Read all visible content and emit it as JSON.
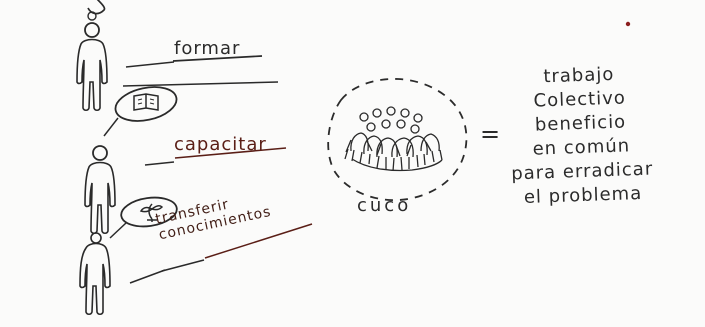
{
  "steps": [
    {
      "label": "formar",
      "icon": "person-icon"
    },
    {
      "label": "capacitar",
      "icon": "book-icon"
    },
    {
      "label": "transferir\nconocimientos",
      "icon": "plant-icon"
    }
  ],
  "center": {
    "label": "cuco",
    "icon": "group-of-people-icon"
  },
  "equation": {
    "symbol": "=",
    "description": "trabajo\nColectivo\nbeneficio\nen común\npara erradicar\nel problema"
  },
  "colors": {
    "ink": "#232323",
    "accent_ink": "#5a1e16",
    "dot": "#8b1e1e"
  }
}
